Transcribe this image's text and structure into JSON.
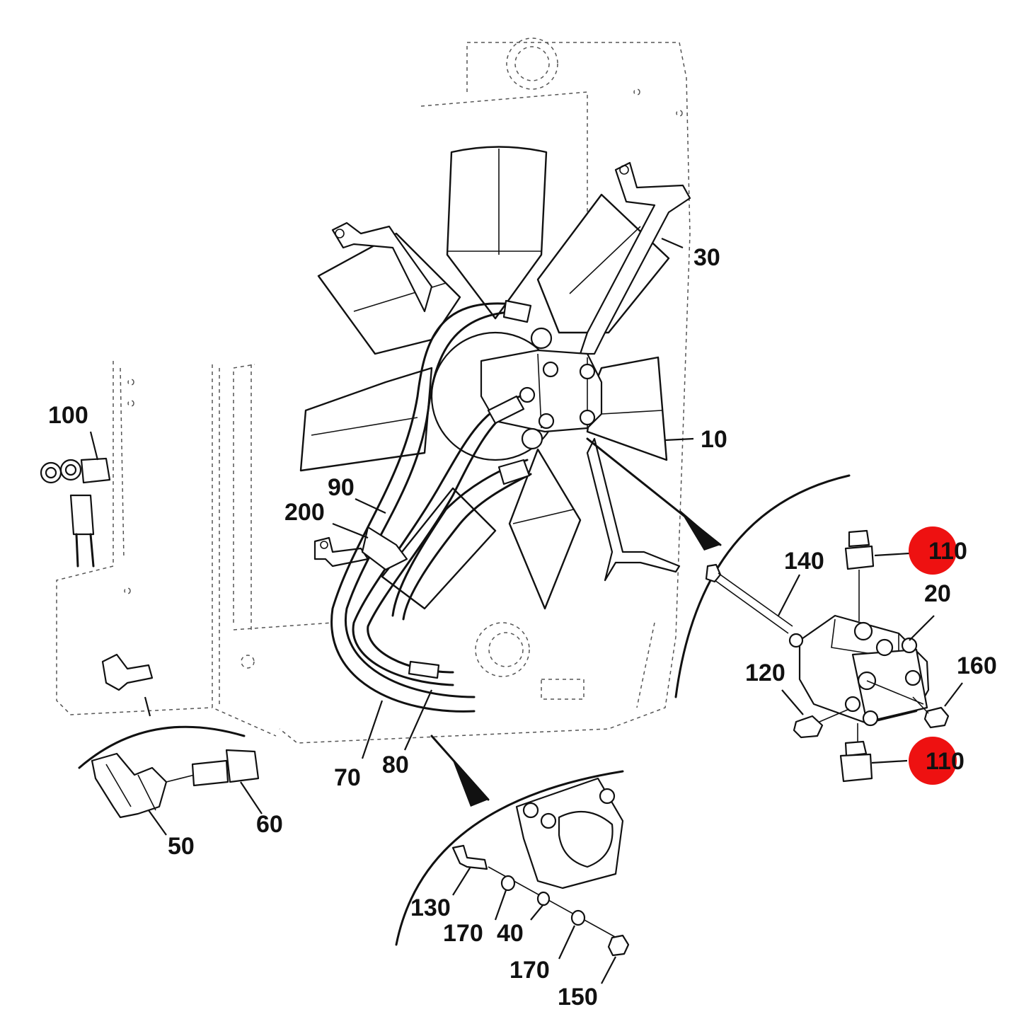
{
  "diagram": {
    "callouts": {
      "c10": "10",
      "c20": "20",
      "c30": "30",
      "c40": "40",
      "c50": "50",
      "c60": "60",
      "c70": "70",
      "c80": "80",
      "c90": "90",
      "c100": "100",
      "c110_top": "110",
      "c110_bottom": "110",
      "c120": "120",
      "c130": "130",
      "c140": "140",
      "c150": "150",
      "c160": "160",
      "c170_left": "170",
      "c170_right": "170",
      "c200": "200"
    },
    "colors": {
      "line": "#111111",
      "dashed_outline": "#555555",
      "highlight_marker": "#ee1111",
      "background": "#ffffff"
    }
  }
}
